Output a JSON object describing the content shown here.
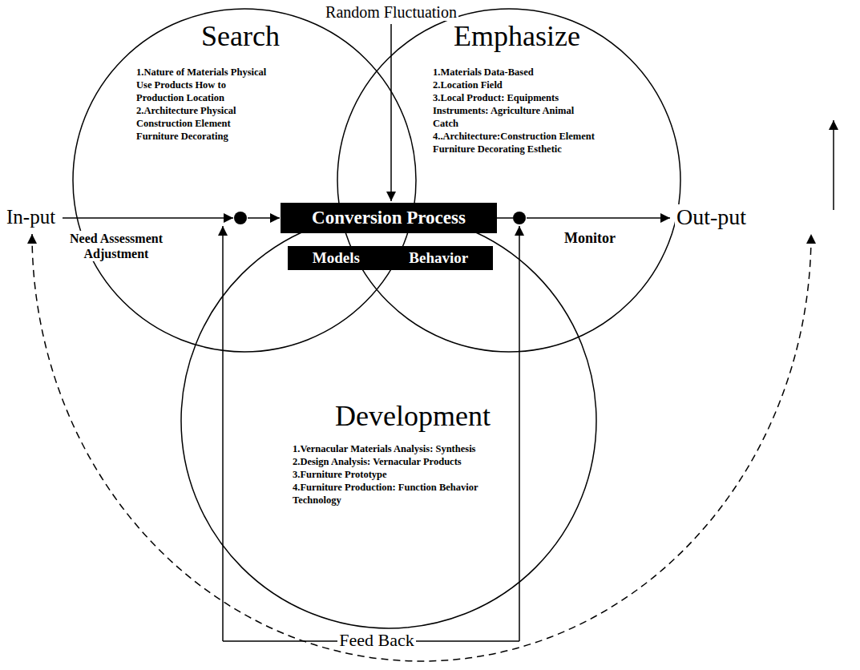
{
  "diagram": {
    "nodes": [
      {
        "text": [
          "Search",
          "1.Nature of Materials Physical Use Products How to Production Location",
          "2.Architecture Physical Construction Element Furniture Decorating"
        ]
      },
      {
        "text": [
          "Emphasize",
          "1.Materials Data-Based",
          "2.Location Field",
          "3.Local Product: Equipments Instruments: Agriculture Animal Catch",
          "4..Architecture:Construction Element Furniture Decorating Esthetic"
        ]
      },
      {
        "text": [
          "Conversion Process"
        ]
      },
      {
        "text": [
          "Development",
          "1.Vernacular Materials Analysis: Synthesis",
          "2.Design Analysis: Vernacular Products",
          "3.Furniture Prototype",
          "4.Furniture Production: Function Behavior Technology"
        ]
      },
      {
        "text": [
          "Models",
          "Behavior"
        ],
        "in": 3
      }
    ],
    "labels": [
      "Random Fluctuation",
      "In-put",
      "Need Assessment Adjustment",
      "Monitor",
      "Out-put",
      "Feed Back"
    ]
  }
}
